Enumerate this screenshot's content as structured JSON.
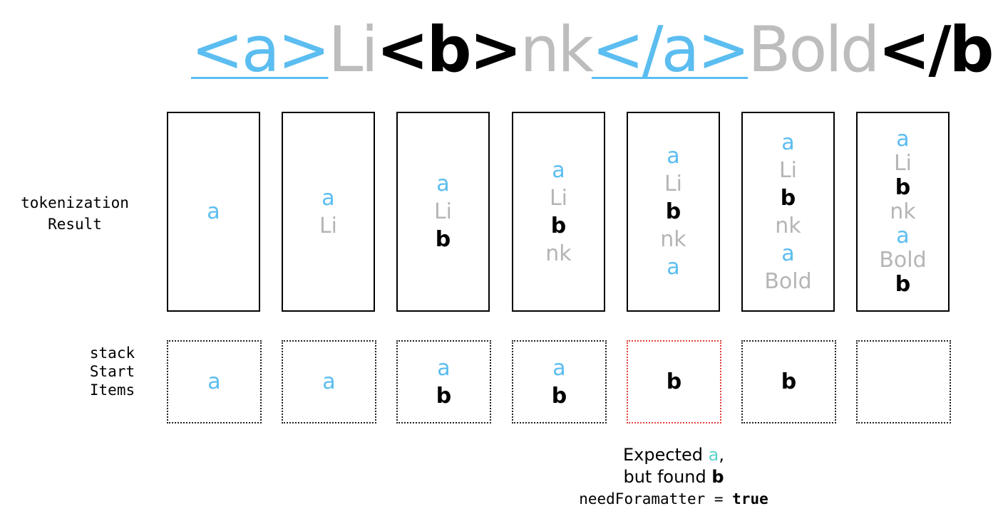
{
  "headline": {
    "tokens": [
      {
        "text": "<a>",
        "kind": "tag-a"
      },
      {
        "text": "Li",
        "kind": "txt"
      },
      {
        "text": "<b>",
        "kind": "tag-b"
      },
      {
        "text": "nk",
        "kind": "txt"
      },
      {
        "text": "</a>",
        "kind": "tag-a"
      },
      {
        "text": "Bold",
        "kind": "txt"
      },
      {
        "text": "</b>",
        "kind": "tag-b"
      }
    ]
  },
  "labels": {
    "tokenization": [
      "tokenization",
      "Result"
    ],
    "stack": [
      "stack",
      "Start",
      "Items"
    ]
  },
  "tokenization_columns": [
    [
      {
        "text": "a",
        "kind": "a"
      }
    ],
    [
      {
        "text": "a",
        "kind": "a"
      },
      {
        "text": "Li",
        "kind": "t"
      }
    ],
    [
      {
        "text": "a",
        "kind": "a"
      },
      {
        "text": "Li",
        "kind": "t"
      },
      {
        "text": "b",
        "kind": "b"
      }
    ],
    [
      {
        "text": "a",
        "kind": "a"
      },
      {
        "text": "Li",
        "kind": "t"
      },
      {
        "text": "b",
        "kind": "b"
      },
      {
        "text": "nk",
        "kind": "t"
      }
    ],
    [
      {
        "text": "a",
        "kind": "a"
      },
      {
        "text": "Li",
        "kind": "t"
      },
      {
        "text": "b",
        "kind": "b"
      },
      {
        "text": "nk",
        "kind": "t"
      },
      {
        "text": "a",
        "kind": "a"
      }
    ],
    [
      {
        "text": "a",
        "kind": "a"
      },
      {
        "text": "Li",
        "kind": "t"
      },
      {
        "text": "b",
        "kind": "b"
      },
      {
        "text": "nk",
        "kind": "t"
      },
      {
        "text": "a",
        "kind": "a"
      },
      {
        "text": "Bold",
        "kind": "t"
      }
    ],
    [
      {
        "text": "a",
        "kind": "a"
      },
      {
        "text": "Li",
        "kind": "t"
      },
      {
        "text": "b",
        "kind": "b"
      },
      {
        "text": "nk",
        "kind": "t"
      },
      {
        "text": "a",
        "kind": "a"
      },
      {
        "text": "Bold",
        "kind": "t"
      },
      {
        "text": "b",
        "kind": "b"
      }
    ]
  ],
  "stack_columns": [
    {
      "items": [
        {
          "text": "a",
          "kind": "a"
        }
      ],
      "error": false
    },
    {
      "items": [
        {
          "text": "a",
          "kind": "a"
        }
      ],
      "error": false
    },
    {
      "items": [
        {
          "text": "a",
          "kind": "a"
        },
        {
          "text": "b",
          "kind": "b"
        }
      ],
      "error": false
    },
    {
      "items": [
        {
          "text": "a",
          "kind": "a"
        },
        {
          "text": "b",
          "kind": "b"
        }
      ],
      "error": false
    },
    {
      "items": [
        {
          "text": "b",
          "kind": "b"
        }
      ],
      "error": true
    },
    {
      "items": [
        {
          "text": "b",
          "kind": "b"
        }
      ],
      "error": false
    },
    {
      "items": [],
      "error": false
    }
  ],
  "note": {
    "line1_prefix": "Expected ",
    "line1_token": "a",
    "line1_suffix": ",",
    "line2_prefix": "but found ",
    "line2_token": "b",
    "line3_prefix": "needForamatter = ",
    "line3_value": "true"
  },
  "colors": {
    "tag_a": "#5bbdf0",
    "text_gray": "#bdbdbd",
    "error_border": "#e2403a",
    "expected_token": "#5ed3c8"
  }
}
